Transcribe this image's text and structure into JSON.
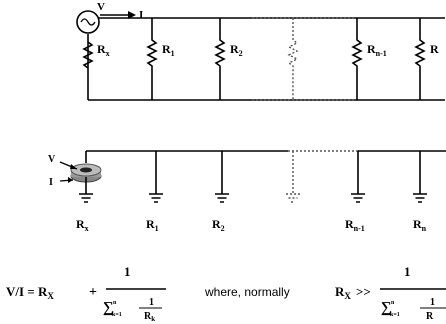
{
  "circuit": {
    "source_voltage_label": "V",
    "source_current_label": "I",
    "resistor_labels": [
      "R",
      "R",
      "R",
      "R",
      "R"
    ],
    "resistor_subscripts": [
      "x",
      "1",
      "2",
      "n-1",
      ""
    ]
  },
  "ground_model": {
    "voltage_label": "V",
    "current_label": "I",
    "electrode_labels": [
      "R",
      "R",
      "R",
      "R",
      "R"
    ],
    "electrode_subscripts": [
      "x",
      "1",
      "2",
      "n-1",
      "n"
    ]
  },
  "equation": {
    "lhs": "V/I = R",
    "lhs_sub": "X",
    "plus": "+",
    "numerator": "1",
    "sum_symbol": "∑",
    "sum_upper": "n",
    "sum_lower": "k=1",
    "inner_numerator": "1",
    "inner_denominator": "R",
    "inner_denominator_sub": "k",
    "where_text": "where, normally",
    "rhs_lhs": "R",
    "rhs_lhs_sub": "X",
    "rhs_op": ">>",
    "rhs_numerator": "1",
    "rhs_sum_upper": "n",
    "rhs_sum_lower": "k=1",
    "rhs_inner_numerator": "1",
    "rhs_inner_denominator": "R"
  }
}
